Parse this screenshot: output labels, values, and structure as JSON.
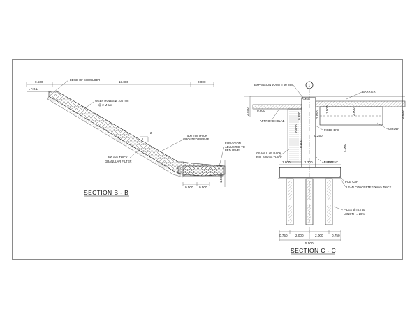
{
  "drawing": {
    "section_bb": {
      "title": "SECTION  B - B",
      "labels": {
        "edge_shoulder": "EDGE OF SHOULDER",
        "fgl": "F.G.L",
        "weep_holes_1": "WEEP HOLES Ø 100 mm",
        "weep_holes_2": "@ 2 M c/c",
        "riprap_1": "500 mm THICK",
        "riprap_2": "GROUTED RIPRAP",
        "elevation_1": "ELEVATION",
        "elevation_2": "ADJUSTED TO",
        "elevation_3": "BED LEVEL",
        "filter_1": "200 mm THICK",
        "filter_2": "GRANULAR FILTER",
        "slope_v": "2",
        "slope_h": "1"
      },
      "dims": {
        "top_left": "0.500",
        "top_mid": "13.880",
        "top_right": "0.000",
        "vert_a": "1.000",
        "vert_b": "1.500",
        "bot_a": "0.500",
        "bot_b": "0.500"
      }
    },
    "section_cc": {
      "title": "SECTION  C - C",
      "grid_marker": "1",
      "labels": {
        "expansion_joint": "EXPANSION JOINT = 50 mm",
        "barrier": "BARRIER",
        "approach_slab": "APPROACH SLAB",
        "fixed_end": "FIXED END",
        "girder": "GIRDER",
        "backfill_1": "GRANULAR BACK",
        "backfill_2": "FILL 500mm THICK",
        "abutment": "ABUTMENT",
        "pile_cap": "PILE CAP",
        "lean_concrete": "LEAN CONCRETE 100mm THICK",
        "piles_1": "PILES Ø =0.750",
        "piles_2": "LENGTH = 28m"
      },
      "dims": {
        "d1": "0.450",
        "d2": "2.450",
        "d3": "0.200",
        "d4": "0.350",
        "d5": "2.050",
        "d6": "1.800",
        "d7": "2.000",
        "d8": "0.900",
        "d9": "2.000",
        "d10": "4.000",
        "d11": "0.400",
        "d12": "0.250",
        "cap_top_1": "1.800",
        "cap_top_2": "1.300",
        "cap_top_3": "2.050",
        "bot_1": "0.750",
        "bot_2": "2.000",
        "bot_3": "2.000",
        "bot_4": "0.750",
        "bot_total": "5.500"
      }
    }
  }
}
